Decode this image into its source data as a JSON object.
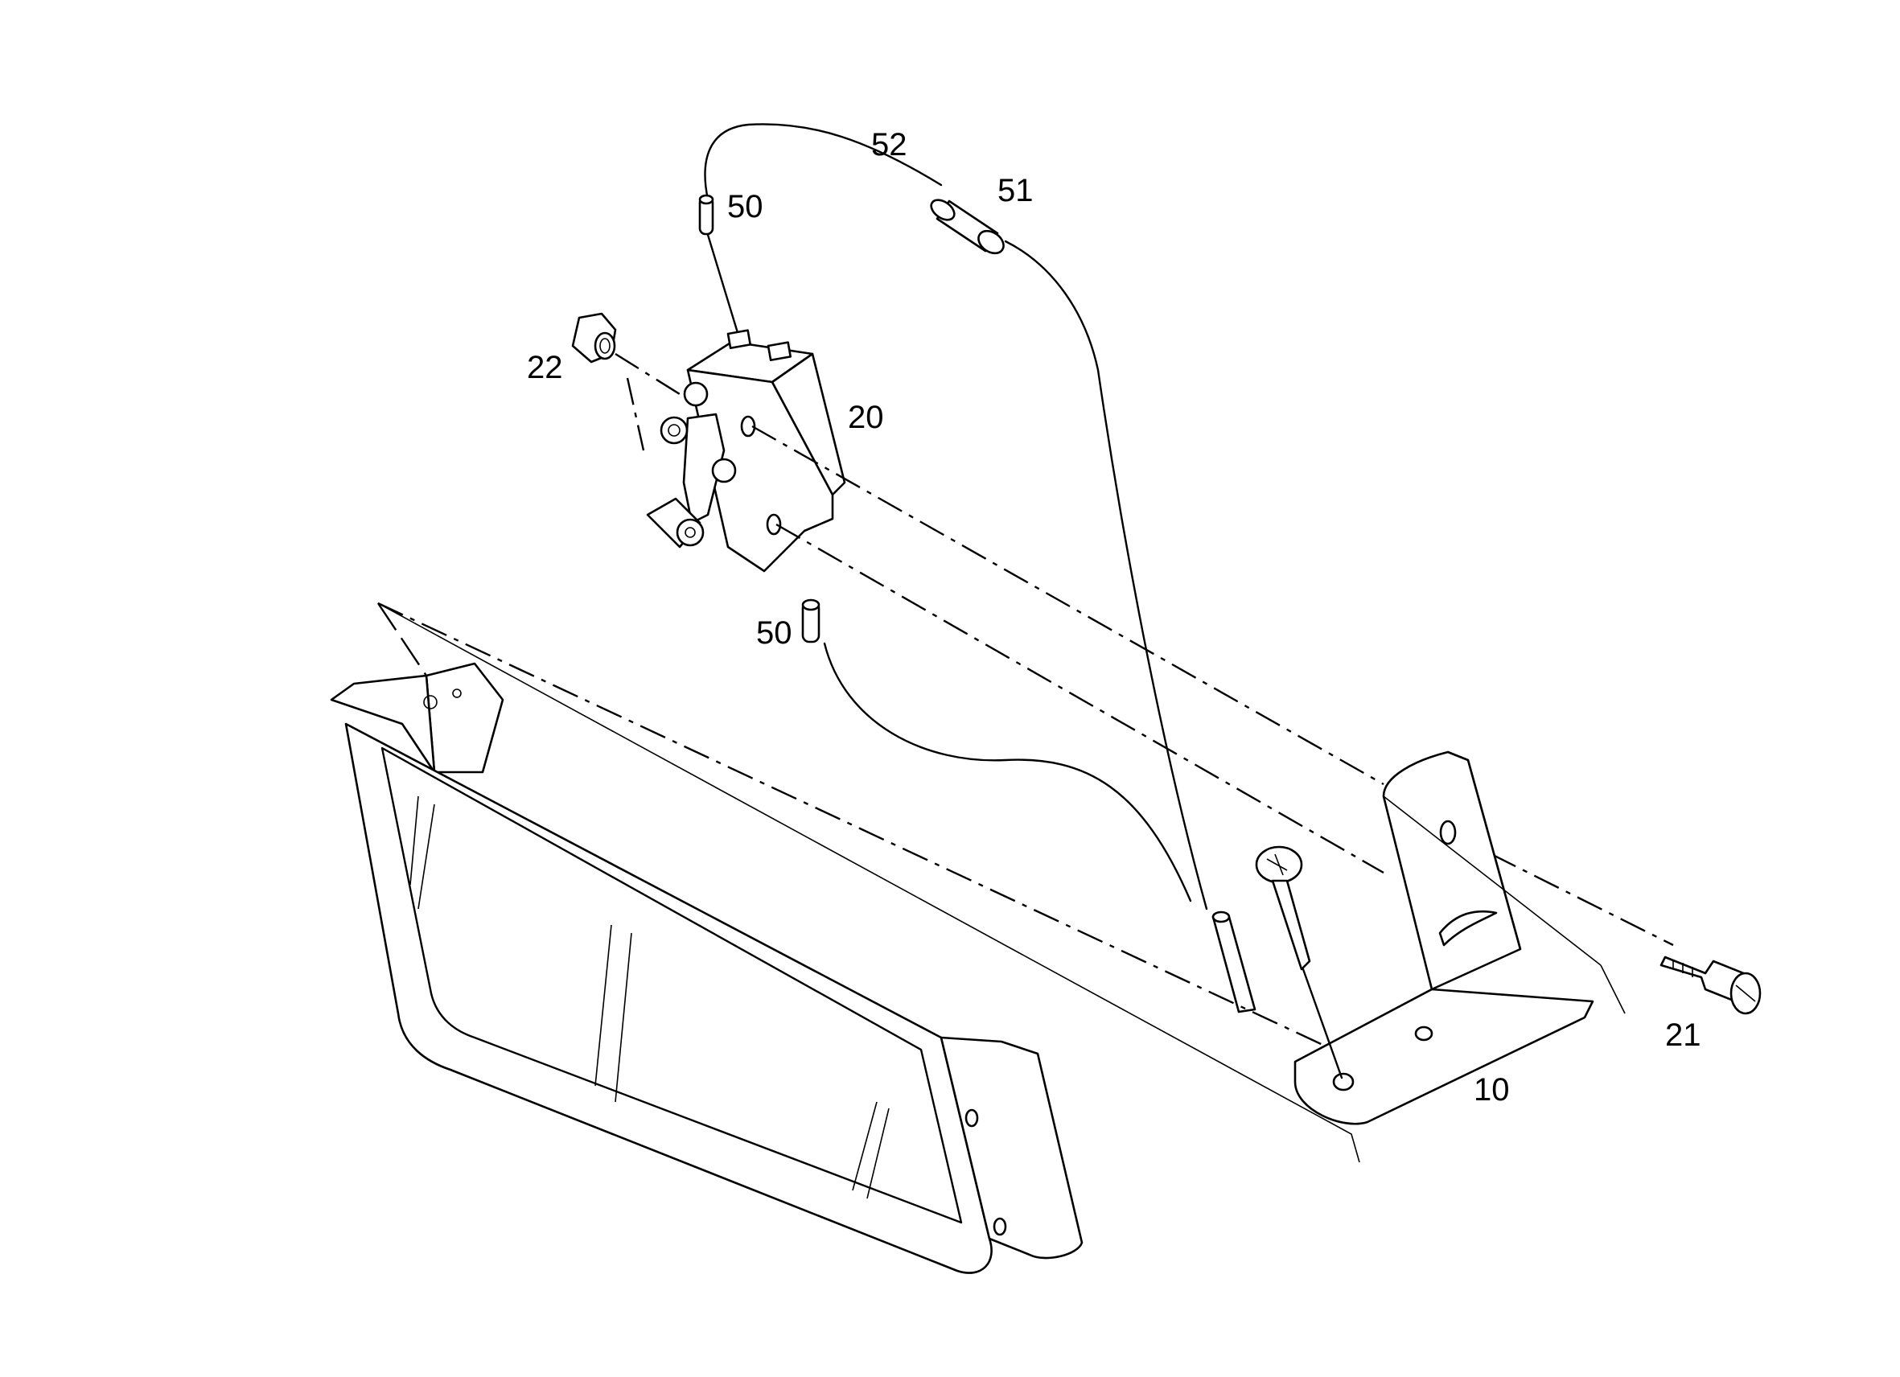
{
  "callouts": {
    "c52": "52",
    "c51": "51",
    "c50a": "50",
    "c22": "22",
    "c20": "20",
    "c50b": "50",
    "c10": "10",
    "c21": "21"
  },
  "colors": {
    "line": "#000000",
    "background": "#ffffff"
  }
}
